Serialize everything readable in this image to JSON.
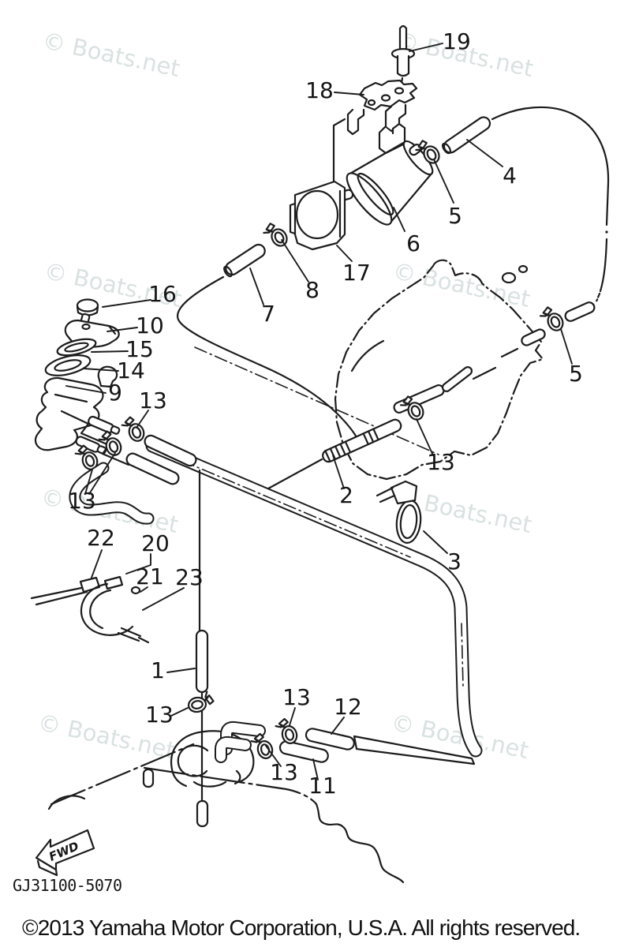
{
  "watermark_text": "© Boats.net",
  "drawing_code": "GJ31100-5070",
  "footer_text": "©2013 Yamaha Motor Corporation, U.S.A. All rights reserved.",
  "fwd_label": "FWD",
  "callouts": [
    {
      "label": "19"
    },
    {
      "label": "18"
    },
    {
      "label": "4"
    },
    {
      "label": "5"
    },
    {
      "label": "6"
    },
    {
      "label": "17"
    },
    {
      "label": "8"
    },
    {
      "label": "7"
    },
    {
      "label": "16"
    },
    {
      "label": "10"
    },
    {
      "label": "15"
    },
    {
      "label": "14"
    },
    {
      "label": "9"
    },
    {
      "label": "13"
    },
    {
      "label": "13"
    },
    {
      "label": "2"
    },
    {
      "label": "13"
    },
    {
      "label": "5"
    },
    {
      "label": "3"
    },
    {
      "label": "22"
    },
    {
      "label": "20"
    },
    {
      "label": "21"
    },
    {
      "label": "23"
    },
    {
      "label": "1"
    },
    {
      "label": "13"
    },
    {
      "label": "13"
    },
    {
      "label": "12"
    },
    {
      "label": "13"
    },
    {
      "label": "11"
    }
  ]
}
